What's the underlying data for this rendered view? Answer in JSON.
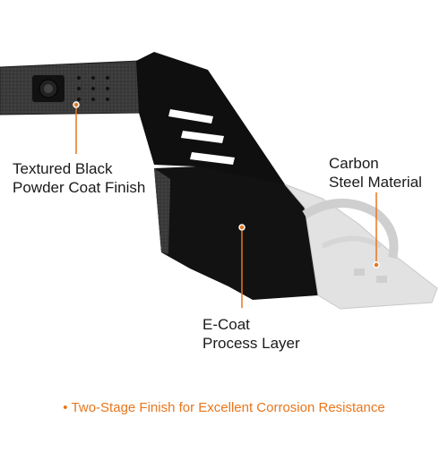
{
  "callouts": {
    "textured": {
      "line1": "Textured Black",
      "line2": "Powder Coat Finish"
    },
    "carbon": {
      "line1": "Carbon",
      "line2": "Steel Material"
    },
    "ecoat": {
      "line1": "E-Coat",
      "line2": "Process Layer"
    }
  },
  "footer": {
    "bullet": "•",
    "text": "Two-Stage Finish for Excellent Corrosion Resistance"
  },
  "colors": {
    "accent": "#e8761c",
    "text": "#1a1a1a",
    "steel_dark": "#141414",
    "steel_raw": "#e4e4e4"
  }
}
